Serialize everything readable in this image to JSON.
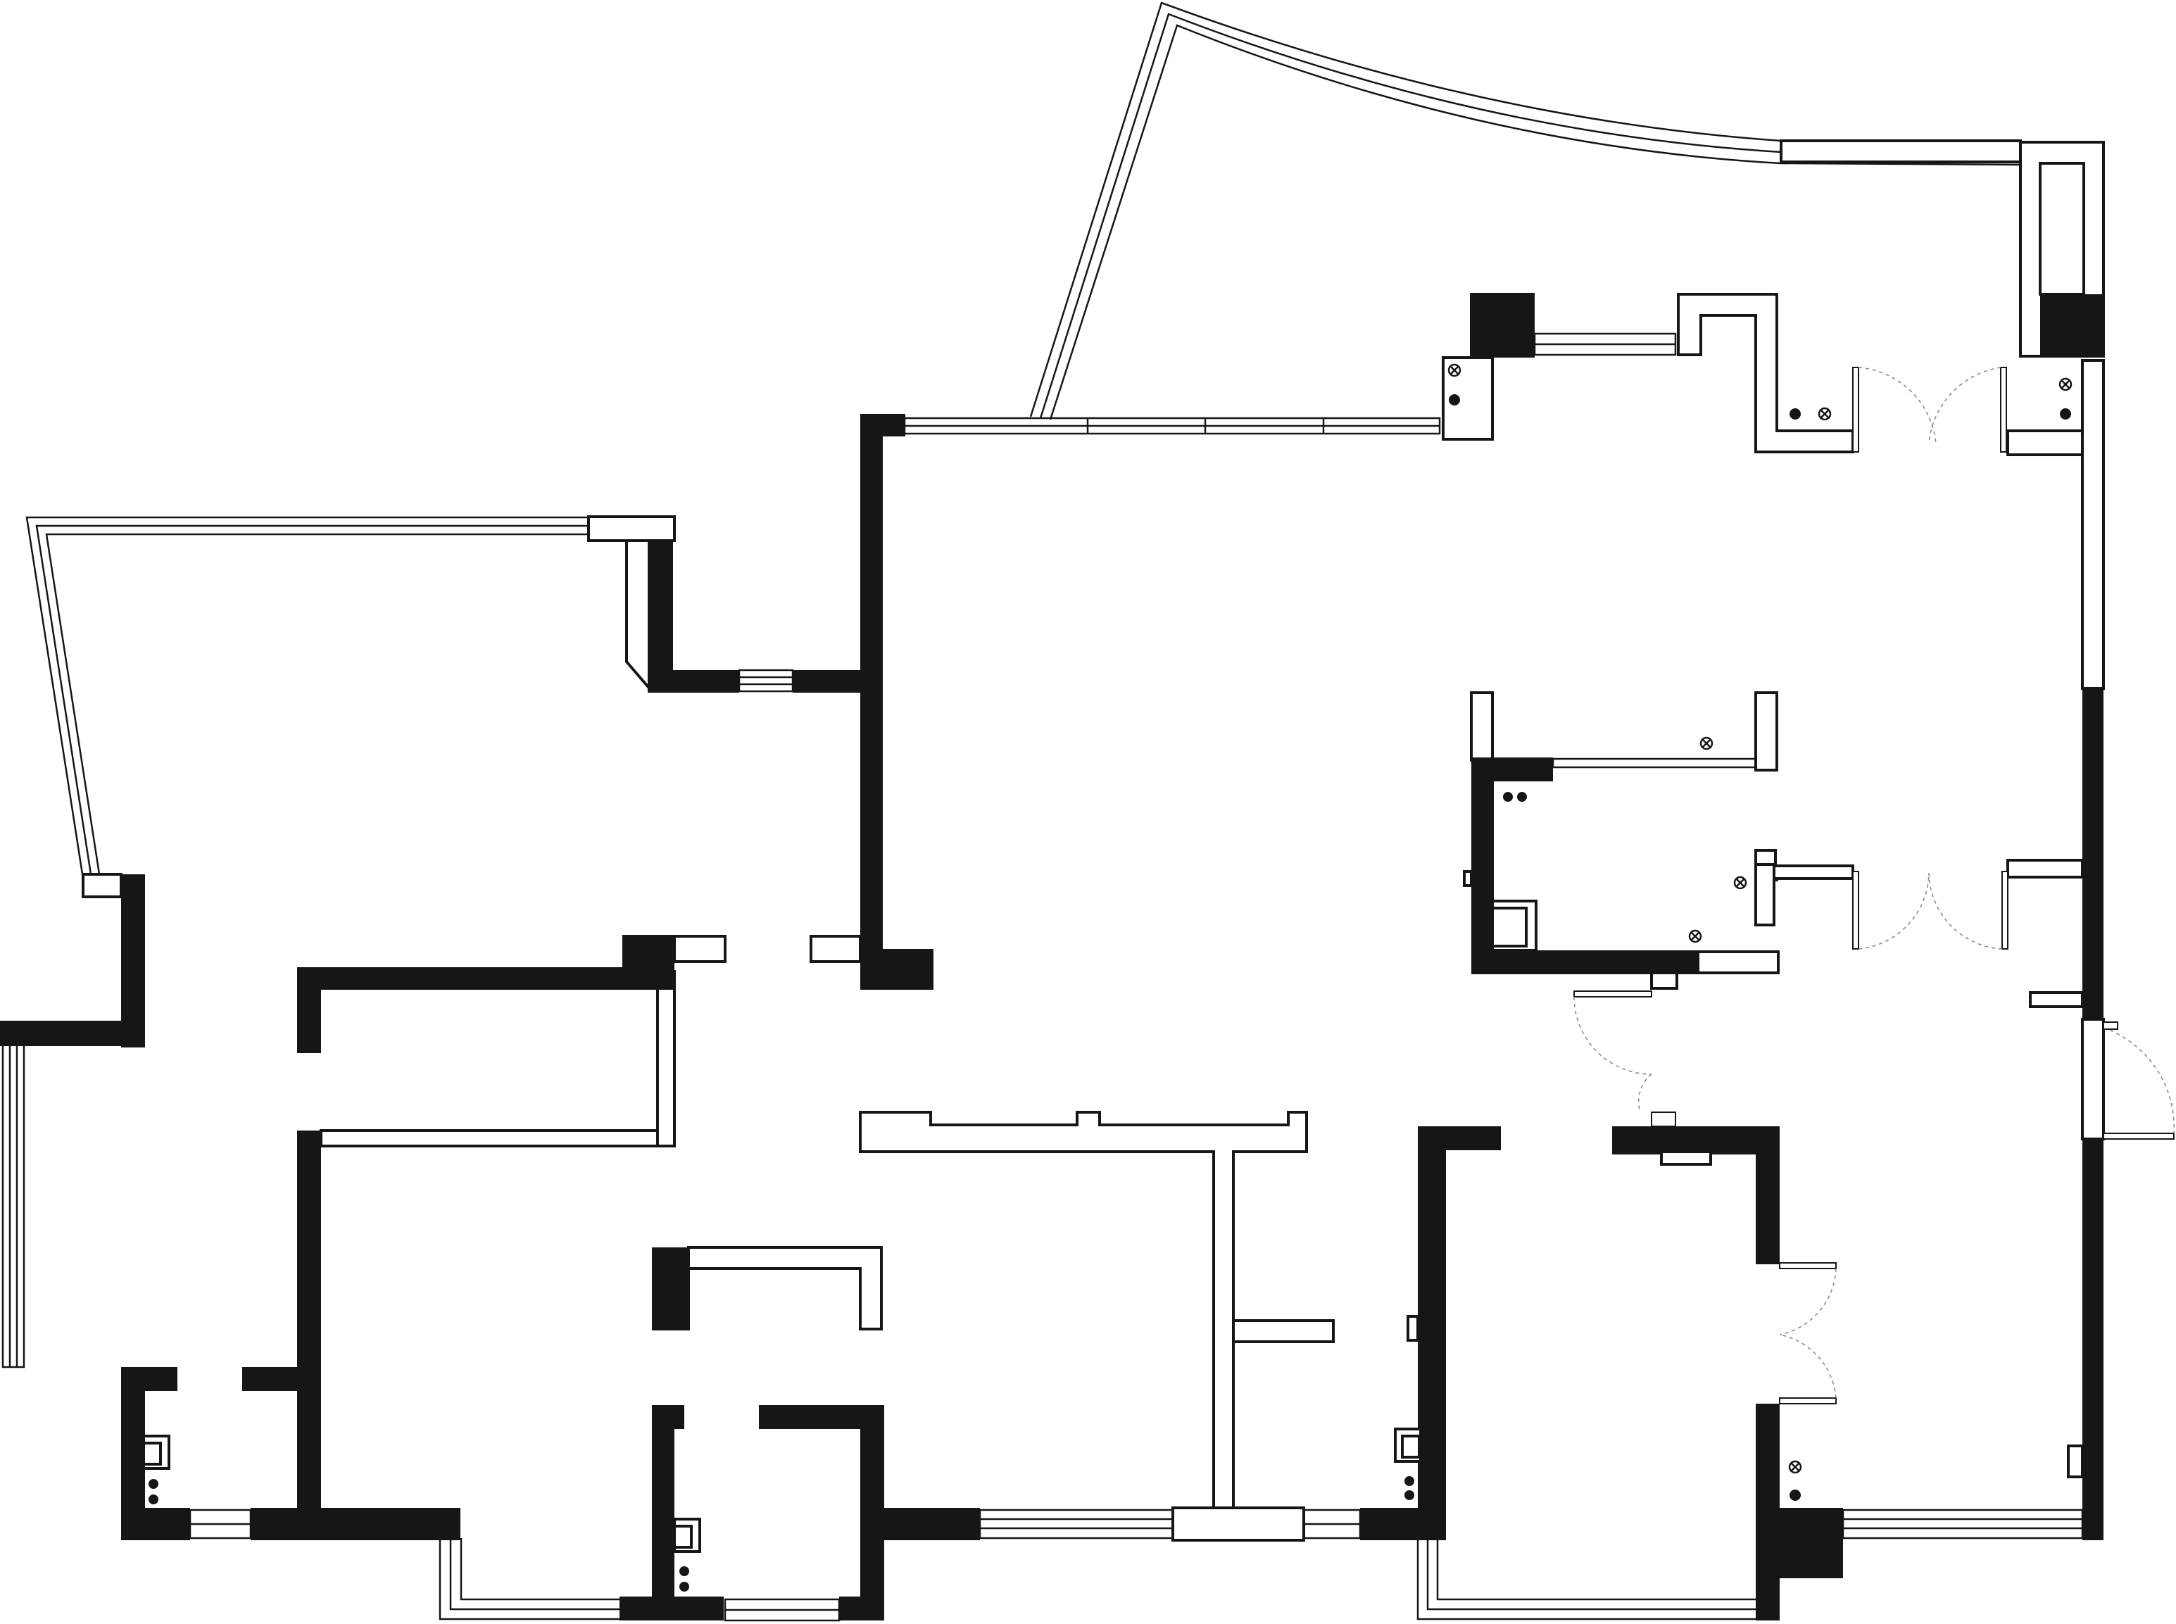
{
  "plan": {
    "kind": "architectural-floor-plan",
    "colors": {
      "background": "#ffffff",
      "structural_wall": "#161616",
      "partition_outline": "#161616",
      "door_swing": "#8a8a8a"
    },
    "symbols": {
      "socket": "filled-dot",
      "light_point": "circle-cross",
      "window": "triple-line",
      "door": "dashed-arc-swing"
    },
    "labels": []
  }
}
